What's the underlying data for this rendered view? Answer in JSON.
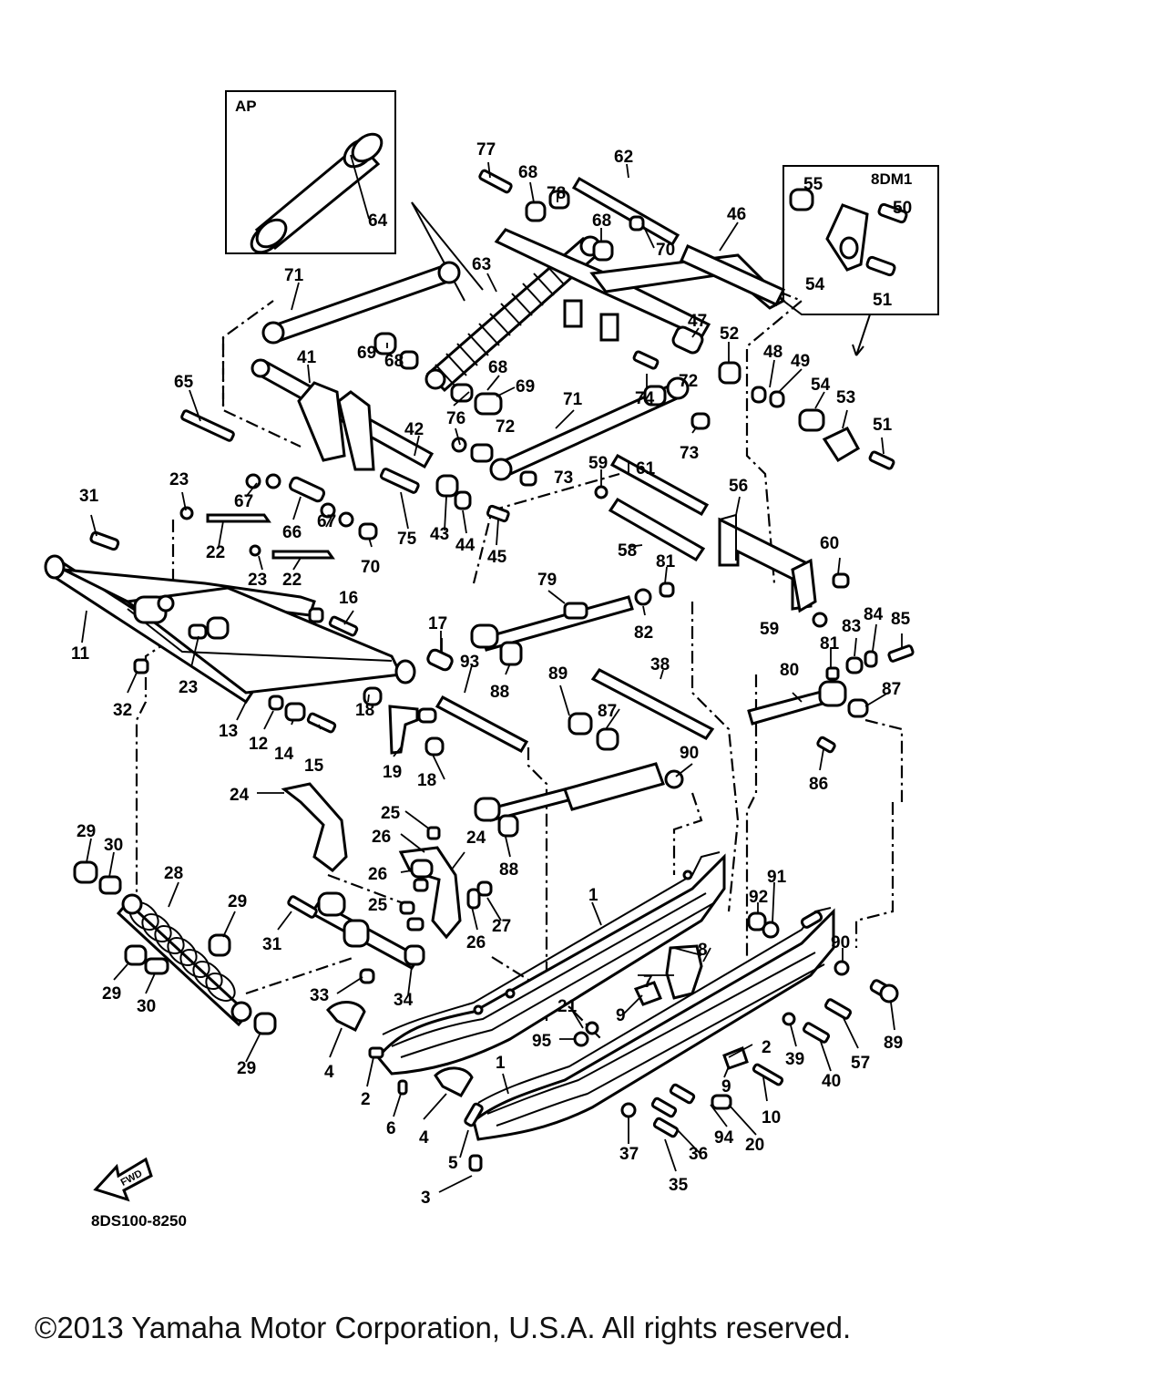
{
  "inset_ap": {
    "title": "AP"
  },
  "inset_8dm1": {
    "title": "8DM1"
  },
  "diagram_code": "8DS100-8250",
  "fwd_label": "FWD",
  "copyright": "©2013 Yamaha Motor Corporation, U.S.A. All rights reserved.",
  "callouts": [
    "1",
    "2",
    "3",
    "4",
    "5",
    "6",
    "7",
    "8",
    "9",
    "10",
    "11",
    "12",
    "13",
    "14",
    "15",
    "16",
    "17",
    "18",
    "19",
    "20",
    "21",
    "22",
    "23",
    "24",
    "25",
    "26",
    "27",
    "28",
    "29",
    "30",
    "31",
    "32",
    "33",
    "34",
    "35",
    "36",
    "37",
    "38",
    "39",
    "40",
    "41",
    "42",
    "43",
    "44",
    "45",
    "46",
    "47",
    "48",
    "49",
    "50",
    "51",
    "52",
    "53",
    "54",
    "55",
    "56",
    "57",
    "58",
    "59",
    "60",
    "61",
    "62",
    "63",
    "64",
    "65",
    "66",
    "67",
    "68",
    "69",
    "70",
    "71",
    "72",
    "73",
    "74",
    "75",
    "76",
    "77",
    "78",
    "79",
    "80",
    "81",
    "82",
    "83",
    "84",
    "85",
    "86",
    "87",
    "88",
    "89",
    "90",
    "91",
    "92",
    "93",
    "94",
    "95"
  ]
}
